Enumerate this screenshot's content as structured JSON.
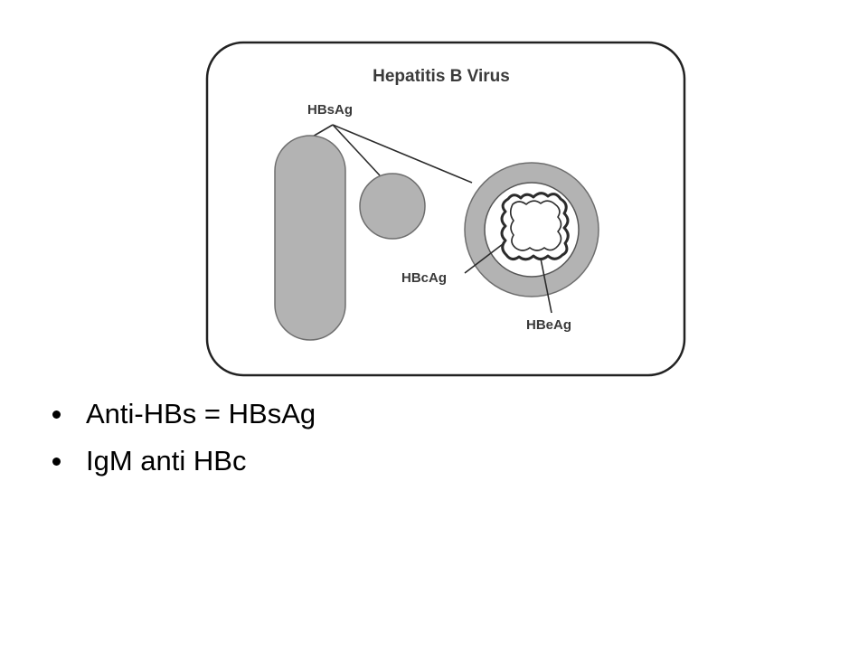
{
  "figure": {
    "title": "Hepatitis B Virus",
    "labels": {
      "surface_antigen": "HBsAg",
      "core_antigen": "HBcAg",
      "e_antigen": "HBeAg"
    },
    "colors": {
      "frame": "#222222",
      "particle_fill": "#b3b3b3",
      "particle_outline": "#6e6e6e",
      "genome": "#2b2b2b"
    }
  },
  "bullets": [
    {
      "text": "Anti-HBs = HBsAg"
    },
    {
      "text": "IgM anti HBc"
    }
  ]
}
